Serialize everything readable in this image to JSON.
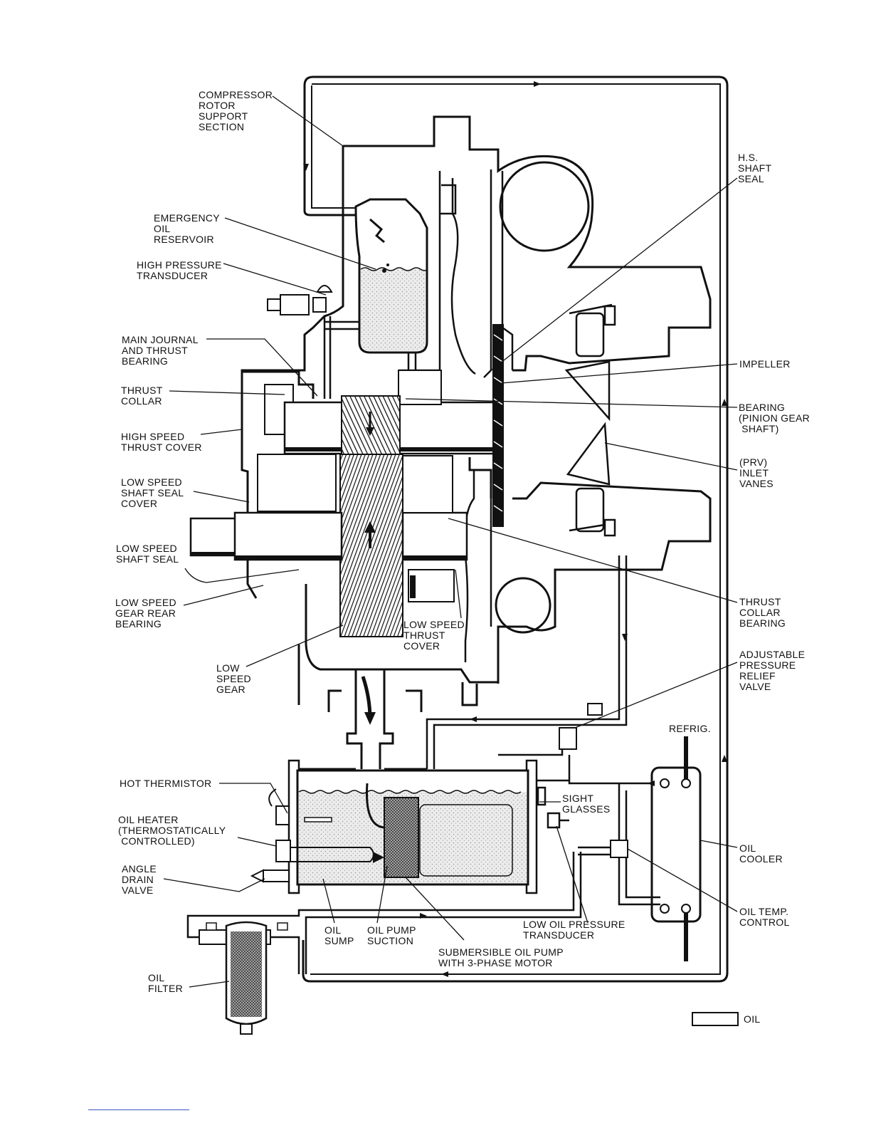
{
  "labels": {
    "compressor_rotor_support_section": "COMPRESSOR\nROTOR\nSUPPORT\nSECTION",
    "hs_shaft_seal": "H.S.\nSHAFT\nSEAL",
    "emergency_oil_reservoir": "EMERGENCY\nOIL\nRESERVOIR",
    "high_pressure_transducer": "HIGH PRESSURE\nTRANSDUCER",
    "main_journal_and_thrust_bearing": "MAIN JOURNAL\nAND THRUST\nBEARING",
    "impeller": "IMPELLER",
    "thrust_collar": "THRUST\nCOLLAR",
    "bearing_pinion_gear_shaft": "BEARING\n(PINION GEAR\n SHAFT)",
    "high_speed_thrust_cover": "HIGH SPEED\nTHRUST COVER",
    "prv_inlet_vanes": "(PRV)\nINLET\nVANES",
    "low_speed_shaft_seal_cover": "LOW SPEED\nSHAFT SEAL\nCOVER",
    "low_speed_shaft_seal": "LOW SPEED\nSHAFT SEAL",
    "low_speed_gear_rear_bearing": "LOW SPEED\nGEAR REAR\nBEARING",
    "thrust_collar_bearing": "THRUST\nCOLLAR\nBEARING",
    "low_speed_thrust_cover": "LOW SPEED\nTHRUST\nCOVER",
    "adjustable_pressure_relief_valve": "ADJUSTABLE\nPRESSURE\nRELIEF\nVALVE",
    "low_speed_gear": "LOW\nSPEED\nGEAR",
    "refrig": "REFRIG.",
    "hot_thermistor": "HOT THERMISTOR",
    "sight_glasses": "SIGHT\nGLASSES",
    "oil_heater": "OIL HEATER\n(THERMOSTATICALLY\n CONTROLLED)",
    "oil_cooler": "OIL\nCOOLER",
    "angle_drain_valve": "ANGLE\nDRAIN\nVALVE",
    "oil_temp_control": "OIL TEMP.\nCONTROL",
    "low_oil_pressure_transducer": "LOW OIL PRESSURE\nTRANSDUCER",
    "oil_sump": "OIL\nSUMP",
    "oil_pump_suction": "OIL PUMP\nSUCTION",
    "submersible_oil_pump": "SUBMERSIBLE OIL PUMP\nWITH 3-PHASE MOTOR",
    "oil_filter": "OIL\nFILTER"
  },
  "legend": {
    "oil": "OIL"
  }
}
